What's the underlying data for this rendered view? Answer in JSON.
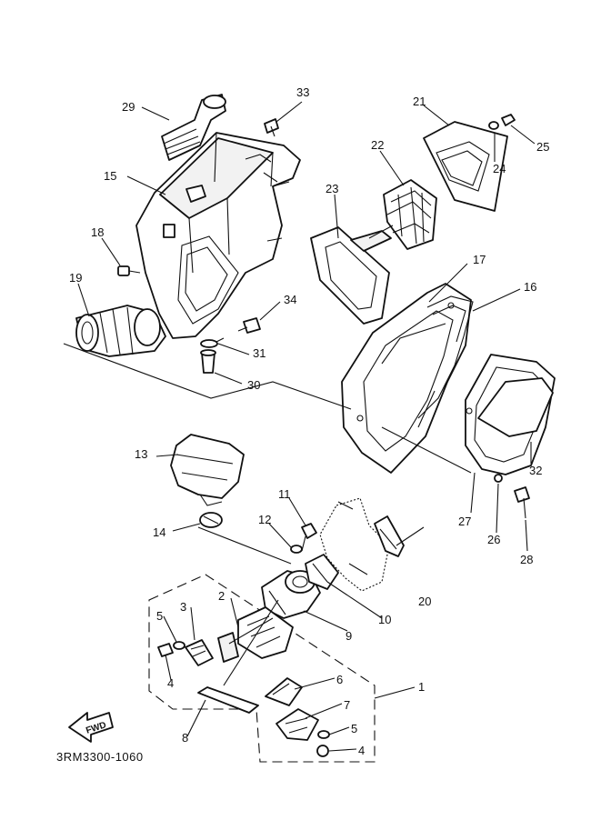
{
  "callouts": {
    "p1": "1",
    "p2": "2",
    "p3": "3",
    "p4a": "4",
    "p4b": "4",
    "p5a": "5",
    "p5b": "5",
    "p6": "6",
    "p7": "7",
    "p8": "8",
    "p9": "9",
    "p10": "10",
    "p11": "11",
    "p12": "12",
    "p13": "13",
    "p14": "14",
    "p15": "15",
    "p16": "16",
    "p17": "17",
    "p18": "18",
    "p19": "19",
    "p20": "20",
    "p21": "21",
    "p22": "22",
    "p23": "23",
    "p24": "24",
    "p25": "25",
    "p26": "26",
    "p27": "27",
    "p28": "28",
    "p29": "29",
    "p30": "30",
    "p31": "31",
    "p32": "32",
    "p33": "33",
    "p34": "34"
  },
  "fwd_label": "FWD",
  "diagram_code": "3RM3300-1060"
}
